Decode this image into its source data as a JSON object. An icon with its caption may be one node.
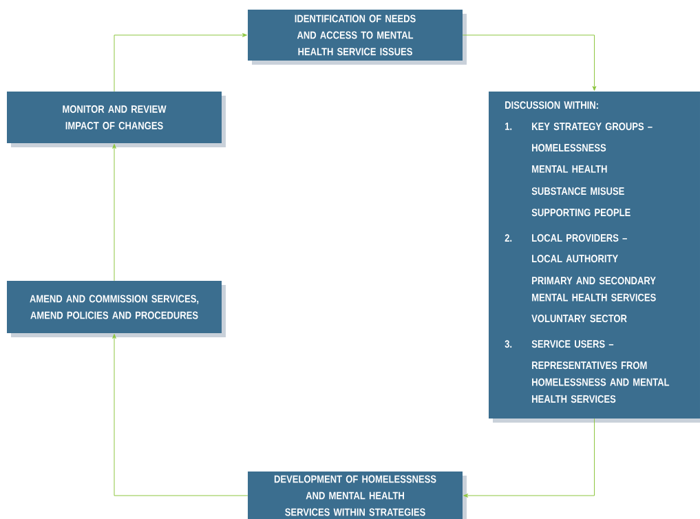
{
  "diagram": {
    "nodes": [
      {
        "text": [
          "IDENTIFICATION OF NEEDS AND ACCESS TO MENTAL HEALTH SERVICE ISSUES"
        ]
      },
      {
        "text": [
          "DISCUSSION WITHIN:",
          "1.",
          "KEY STRATEGY GROUPS –",
          "HOMELESSNESS",
          "MENTAL HEALTH",
          "SUBSTANCE MISUSE",
          "SUPPORTING PEOPLE",
          "2.",
          "LOCAL PROVIDERS –",
          "LOCAL AUTHORITY",
          "PRIMARY AND SECONDARY MENTAL HEALTH SERVICES",
          "VOLUNTARY SECTOR",
          "3.",
          "SERVICE USERS –",
          "REPRESENTATIVES FROM HOMELESSNESS AND MENTAL HEALTH SERVICES"
        ]
      },
      {
        "text": [
          "DEVELOPMENT OF HOMELESSNESS AND MENTAL HEALTH SERVICES WITHIN STRATEGIES"
        ]
      },
      {
        "text": [
          "AMEND AND COMMISSION SERVICES, AMEND POLICIES AND PROCEDURES"
        ]
      },
      {
        "text": [
          "MONITOR AND REVIEW IMPACT OF CHANGES"
        ]
      }
    ],
    "edges": [
      {
        "from": 0,
        "to": 1,
        "arrow": "to"
      },
      {
        "from": 1,
        "to": 2,
        "arrow": "to"
      },
      {
        "from": 2,
        "to": 3,
        "arrow": "to"
      },
      {
        "from": 3,
        "to": 4,
        "arrow": "to"
      },
      {
        "from": 4,
        "to": 0,
        "arrow": "to"
      }
    ]
  }
}
